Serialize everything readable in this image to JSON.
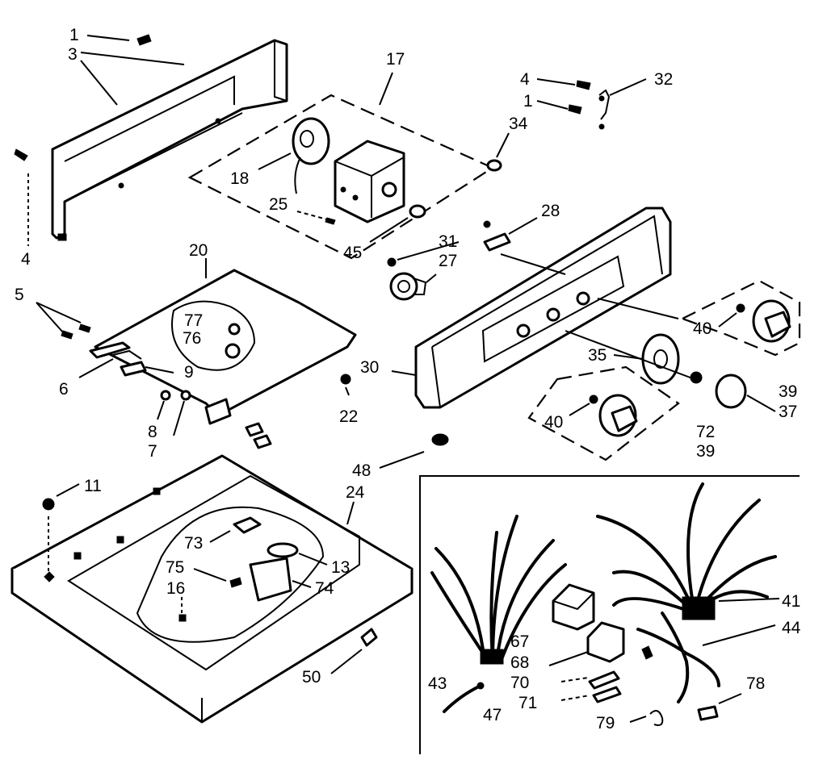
{
  "labels": [
    {
      "id": "1a",
      "text": "1"
    },
    {
      "id": "3",
      "text": "3"
    },
    {
      "id": "4a",
      "text": "4"
    },
    {
      "id": "17",
      "text": "17"
    },
    {
      "id": "4b",
      "text": "4"
    },
    {
      "id": "32",
      "text": "32"
    },
    {
      "id": "1b",
      "text": "1"
    },
    {
      "id": "34",
      "text": "34"
    },
    {
      "id": "18",
      "text": "18"
    },
    {
      "id": "25",
      "text": "25"
    },
    {
      "id": "45",
      "text": "45"
    },
    {
      "id": "28",
      "text": "28"
    },
    {
      "id": "31",
      "text": "31"
    },
    {
      "id": "27",
      "text": "27"
    },
    {
      "id": "20",
      "text": "20"
    },
    {
      "id": "5",
      "text": "5"
    },
    {
      "id": "77",
      "text": "77"
    },
    {
      "id": "76",
      "text": "76"
    },
    {
      "id": "40a",
      "text": "40"
    },
    {
      "id": "30",
      "text": "30"
    },
    {
      "id": "35",
      "text": "35"
    },
    {
      "id": "39a",
      "text": "39"
    },
    {
      "id": "37",
      "text": "37"
    },
    {
      "id": "9",
      "text": "9"
    },
    {
      "id": "6",
      "text": "6"
    },
    {
      "id": "22",
      "text": "22"
    },
    {
      "id": "8",
      "text": "8"
    },
    {
      "id": "7",
      "text": "7"
    },
    {
      "id": "40b",
      "text": "40"
    },
    {
      "id": "72",
      "text": "72"
    },
    {
      "id": "39b",
      "text": "39"
    },
    {
      "id": "48",
      "text": "48"
    },
    {
      "id": "11",
      "text": "11"
    },
    {
      "id": "24",
      "text": "24"
    },
    {
      "id": "73",
      "text": "73"
    },
    {
      "id": "13",
      "text": "13"
    },
    {
      "id": "75",
      "text": "75"
    },
    {
      "id": "74",
      "text": "74"
    },
    {
      "id": "16",
      "text": "16"
    },
    {
      "id": "41",
      "text": "41"
    },
    {
      "id": "44",
      "text": "44"
    },
    {
      "id": "67",
      "text": "67"
    },
    {
      "id": "68",
      "text": "68"
    },
    {
      "id": "70",
      "text": "70"
    },
    {
      "id": "71",
      "text": "71"
    },
    {
      "id": "43",
      "text": "43"
    },
    {
      "id": "47",
      "text": "47"
    },
    {
      "id": "50",
      "text": "50"
    },
    {
      "id": "78",
      "text": "78"
    },
    {
      "id": "79",
      "text": "79"
    }
  ]
}
